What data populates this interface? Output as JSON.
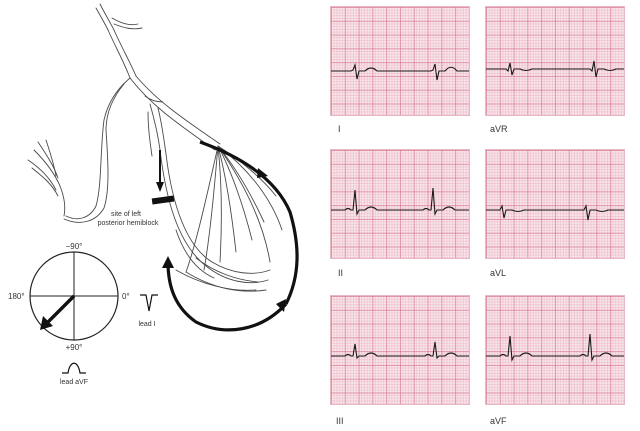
{
  "diagram": {
    "block_label_line1": "site of left",
    "block_label_line2": "posterior hemiblock",
    "axis_top": "−90°",
    "axis_left": "180°",
    "axis_right": "0°",
    "axis_bottom": "+90°",
    "lead_i_label": "lead I",
    "lead_avf_label": "lead aVF"
  },
  "leads": [
    {
      "id": "I",
      "label": "I"
    },
    {
      "id": "aVR",
      "label": "aVR"
    },
    {
      "id": "II",
      "label": "II"
    },
    {
      "id": "aVL",
      "label": "aVL"
    },
    {
      "id": "III",
      "label": "III"
    },
    {
      "id": "aVF",
      "label": "aVF"
    }
  ],
  "colors": {
    "grid_paper": "#f8e6ea",
    "grid_major": "#d46a88",
    "trace": "#1a1a1a"
  }
}
